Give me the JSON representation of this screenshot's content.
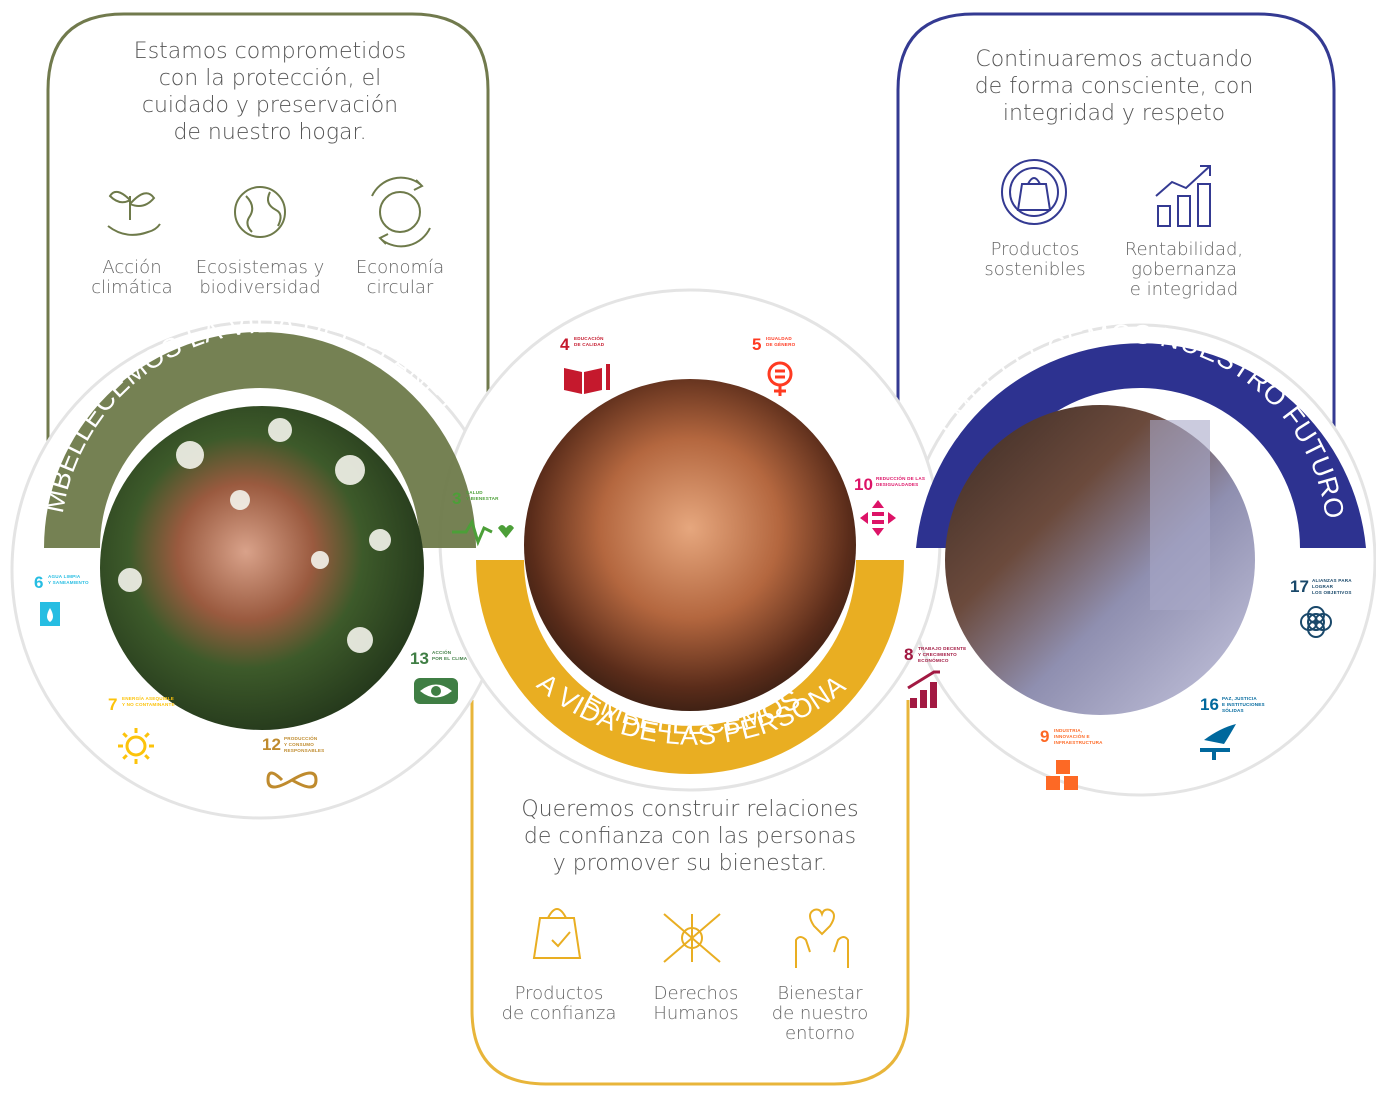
{
  "colors": {
    "planet": "#6e7a4a",
    "planet_frame": "#717a4d",
    "people": "#e9ae22",
    "people_frame": "#e8b53a",
    "future": "#2d3290",
    "future_frame": "#343a92",
    "ring": "#e6e6e6"
  },
  "planet": {
    "title": "EMBELLECEMOS LA VIDA DEL PLANETA",
    "intro": [
      "Estamos comprometidos",
      "con la protección, el",
      "cuidado y preservación",
      "de nuestro hogar."
    ],
    "pillars": [
      {
        "icon": "plant-hand-icon",
        "label": [
          "Acción",
          "climática"
        ]
      },
      {
        "icon": "globe-icon",
        "label": [
          "Ecosistemas y",
          "biodiversidad"
        ]
      },
      {
        "icon": "recycle-globe-icon",
        "label": [
          "Economía",
          "circular"
        ]
      }
    ],
    "sdgs": [
      {
        "num": "6",
        "label": [
          "AGUA LIMPIA",
          "Y SANEAMIENTO"
        ],
        "color": "#26bde2",
        "icon": "water-drop-icon"
      },
      {
        "num": "7",
        "label": [
          "ENERGÍA ASEQUIBLE",
          "Y NO CONTAMINANTE"
        ],
        "color": "#fcc30b",
        "icon": "sun-icon"
      },
      {
        "num": "12",
        "label": [
          "PRODUCCIÓN",
          "Y CONSUMO",
          "RESPONSABLES"
        ],
        "color": "#bf8b2e",
        "icon": "infinity-icon"
      },
      {
        "num": "13",
        "label": [
          "ACCIÓN",
          "POR EL CLIMA"
        ],
        "color": "#3f7e44",
        "icon": "eye-globe-icon"
      }
    ]
  },
  "people": {
    "title_line1": "EMBELLECEMOS",
    "title_line2": "LA VIDA DE LAS PERSONAS",
    "intro": [
      "Queremos construir relaciones",
      "de confianza con las personas",
      "y promover su bienestar."
    ],
    "pillars": [
      {
        "icon": "shopping-bag-check-icon",
        "label": [
          "Productos",
          "de confianza"
        ]
      },
      {
        "icon": "joined-hands-icon",
        "label": [
          "Derechos",
          "Humanos"
        ]
      },
      {
        "icon": "hands-heart-icon",
        "label": [
          "Bienestar",
          "de nuestro",
          "entorno"
        ]
      }
    ],
    "sdgs": [
      {
        "num": "3",
        "label": [
          "SALUD",
          "Y BIENESTAR"
        ],
        "color": "#4c9f38",
        "icon": "heartbeat-icon"
      },
      {
        "num": "4",
        "label": [
          "EDUCACIÓN",
          "DE CALIDAD"
        ],
        "color": "#c5192d",
        "icon": "book-icon"
      },
      {
        "num": "5",
        "label": [
          "IGUALDAD",
          "DE GÉNERO"
        ],
        "color": "#ff3a21",
        "icon": "gender-equality-icon"
      },
      {
        "num": "10",
        "label": [
          "REDUCCIÓN DE LAS",
          "DESIGUALDADES"
        ],
        "color": "#dd1367",
        "icon": "reduced-inequalities-icon"
      }
    ]
  },
  "future": {
    "title": "EMBELLECEMOS NUESTRO FUTURO",
    "intro": [
      "Continuaremos actuando",
      "de forma consciente, con",
      "integridad y respeto"
    ],
    "pillars": [
      {
        "icon": "sustainable-bag-icon",
        "label": [
          "Productos",
          "sostenibles"
        ]
      },
      {
        "icon": "growth-chart-icon",
        "label": [
          "Rentabilidad,",
          "gobernanza",
          "e integridad"
        ]
      }
    ],
    "sdgs": [
      {
        "num": "8",
        "label": [
          "TRABAJO DECENTE",
          "Y CRECIMIENTO",
          "ECONÓMICO"
        ],
        "color": "#a21942",
        "icon": "growth-bars-icon"
      },
      {
        "num": "9",
        "label": [
          "INDUSTRIA,",
          "INNOVACIÓN E",
          "INFRAESTRUCTURA"
        ],
        "color": "#fd6925",
        "icon": "cubes-icon"
      },
      {
        "num": "16",
        "label": [
          "PAZ, JUSTICIA",
          "E INSTITUCIONES",
          "SÓLIDAS"
        ],
        "color": "#00689d",
        "icon": "dove-icon"
      },
      {
        "num": "17",
        "label": [
          "ALIANZAS PARA",
          "LOGRAR",
          "LOS OBJETIVOS"
        ],
        "color": "#19486a",
        "icon": "partnership-rings-icon"
      }
    ]
  }
}
